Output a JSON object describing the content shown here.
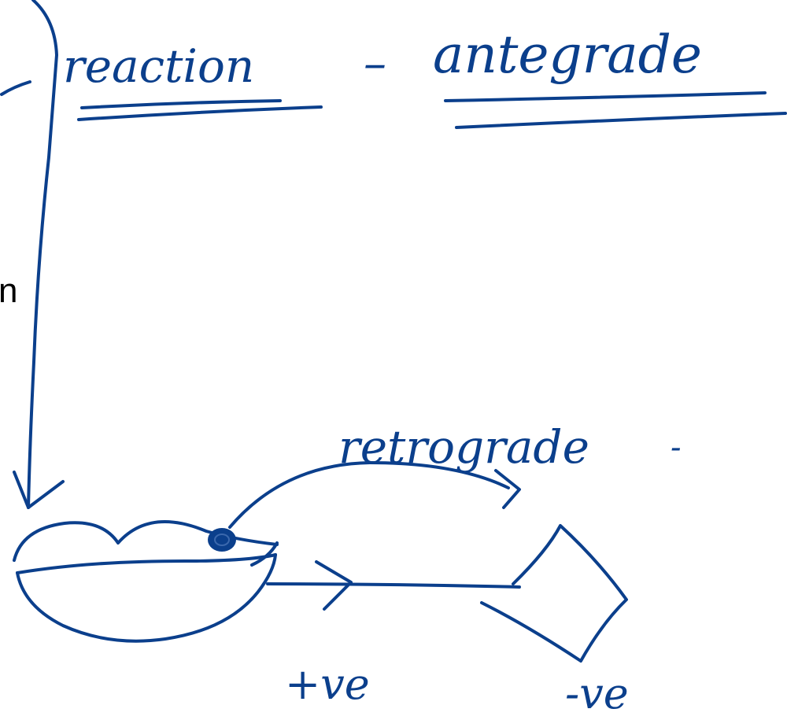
{
  "printed_text": {
    "fragment": "n"
  },
  "labels": {
    "reaction": "reaction",
    "dash": "–",
    "antegrade": "antegrade",
    "retrograde": "retrograde",
    "retrograde_dot": "-",
    "positive": "+ve",
    "negative": "-ve"
  },
  "colors": {
    "ink": "#0b3f8c",
    "printed_text": "#000000",
    "background": "#ffffff"
  }
}
